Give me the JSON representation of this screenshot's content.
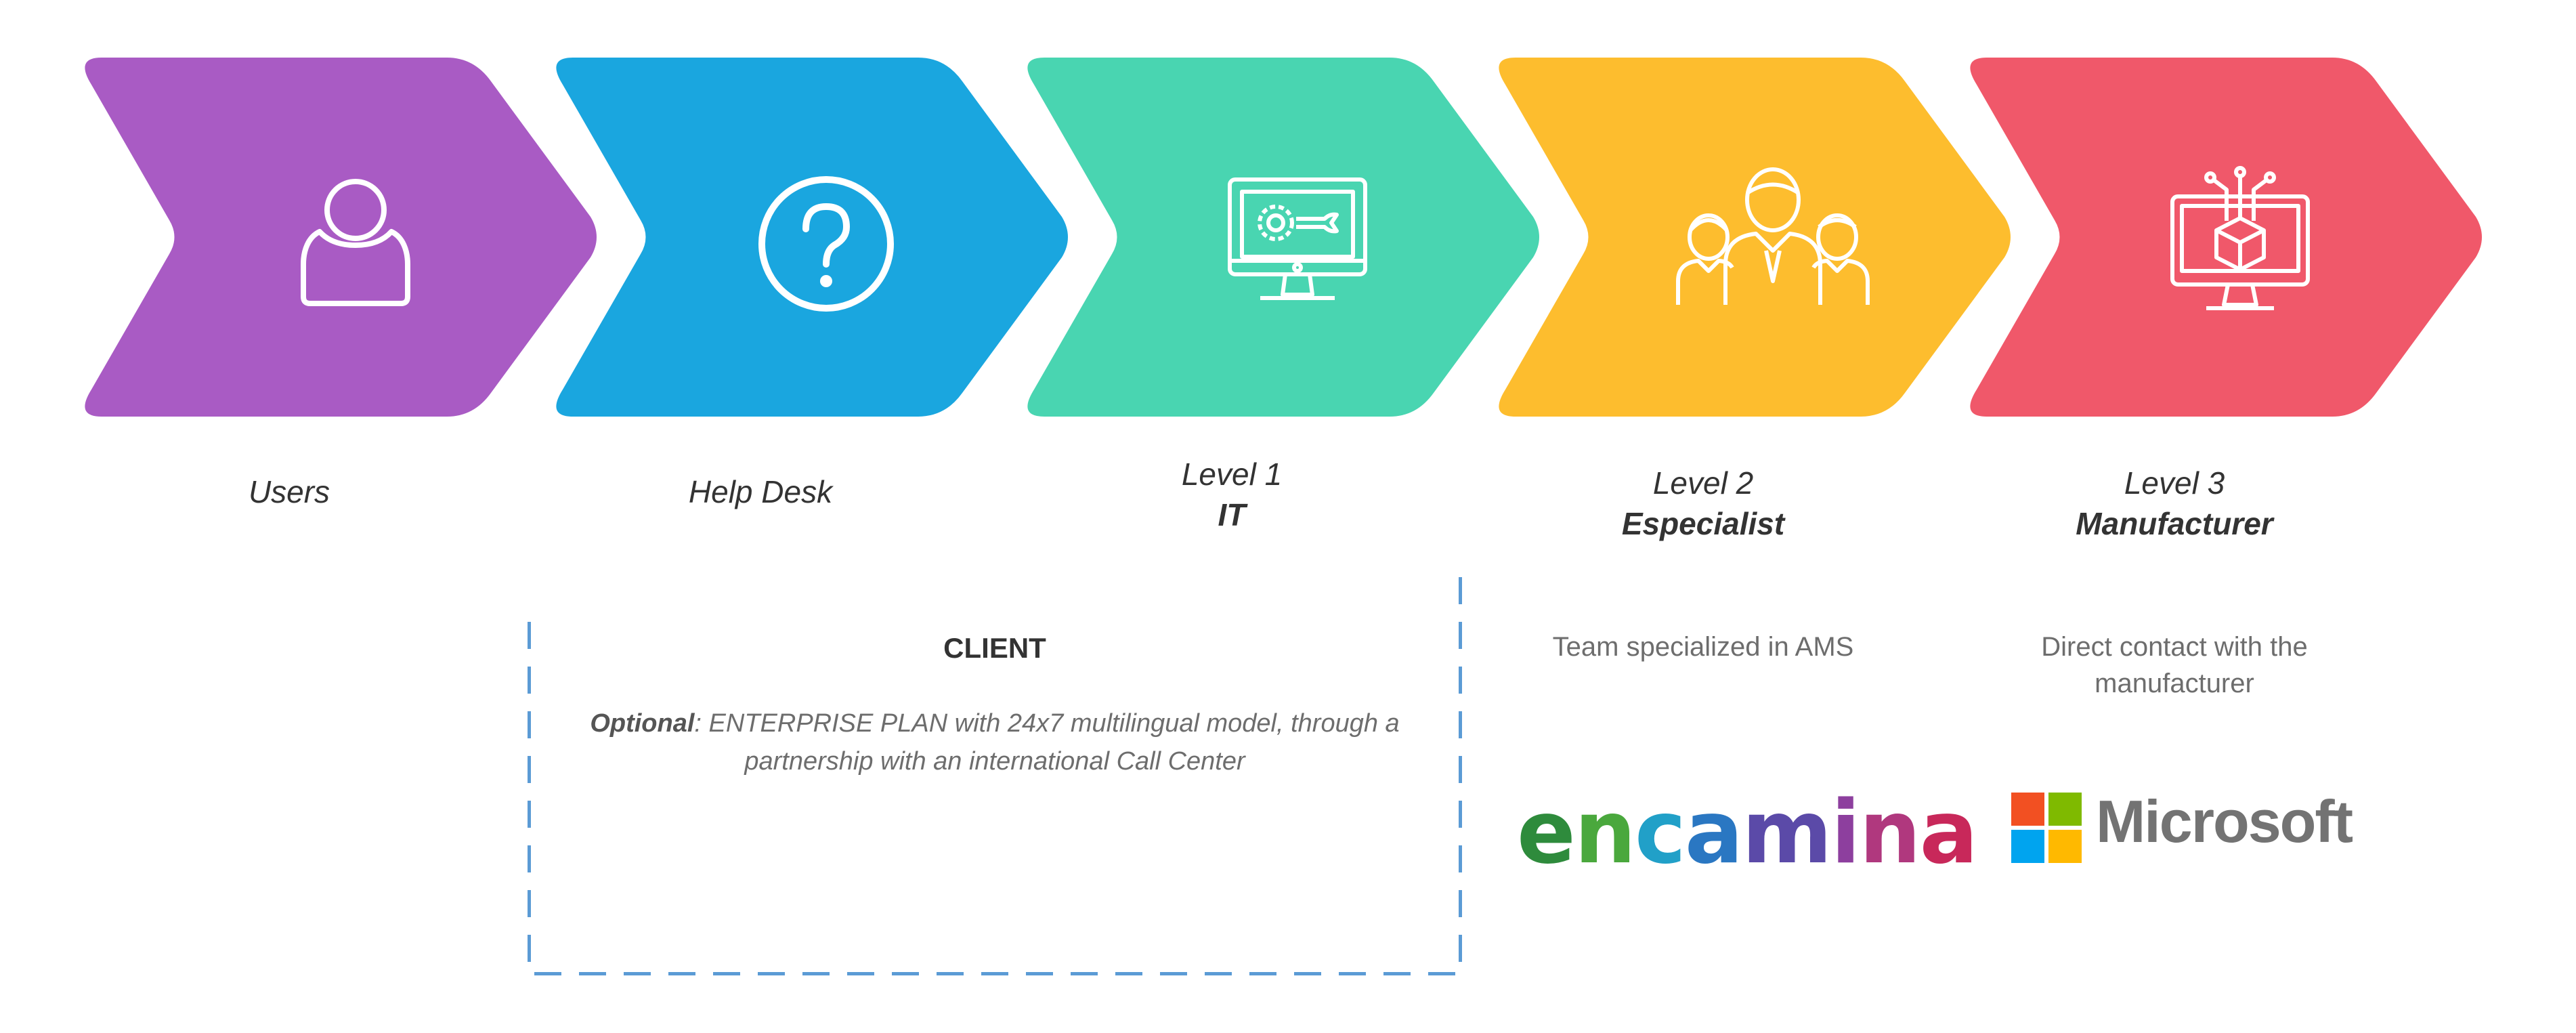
{
  "steps": [
    {
      "label": "Users",
      "sub": "",
      "color": "#a95bc4",
      "icon": "user-icon"
    },
    {
      "label": "Help Desk",
      "sub": "",
      "color": "#1aa6df",
      "icon": "question-circle-icon"
    },
    {
      "label": "Level 1",
      "sub": "IT",
      "color": "#49d5b1",
      "icon": "monitor-gear-icon"
    },
    {
      "label": "Level 2",
      "sub": "Especialist",
      "color": "#fdbd2e",
      "icon": "team-icon"
    },
    {
      "label": "Level 3",
      "sub": "Manufacturer",
      "color": "#f0586a",
      "icon": "monitor-cube-icon"
    }
  ],
  "client": {
    "title": "CLIENT",
    "note_lead": "Optional",
    "note_text": ": ENTERPRISE PLAN with 24x7 multilingual model, through a partnership with an international Call Center",
    "border_color": "#5b9bd5"
  },
  "level2": {
    "description": "Team specialized in AMS",
    "logo_text": "encamina"
  },
  "level3": {
    "description": "Direct contact with the manufacturer",
    "logo_text": "Microsoft"
  },
  "logo_colors": {
    "encamina": [
      "#2e8b3c",
      "#4aa83d",
      "#21a0c8",
      "#2a77c2",
      "#5b4aa8",
      "#8d3f9e",
      "#b0387e",
      "#c8285a"
    ],
    "microsoft": [
      "#f25022",
      "#7fba00",
      "#00a4ef",
      "#ffb900"
    ]
  }
}
